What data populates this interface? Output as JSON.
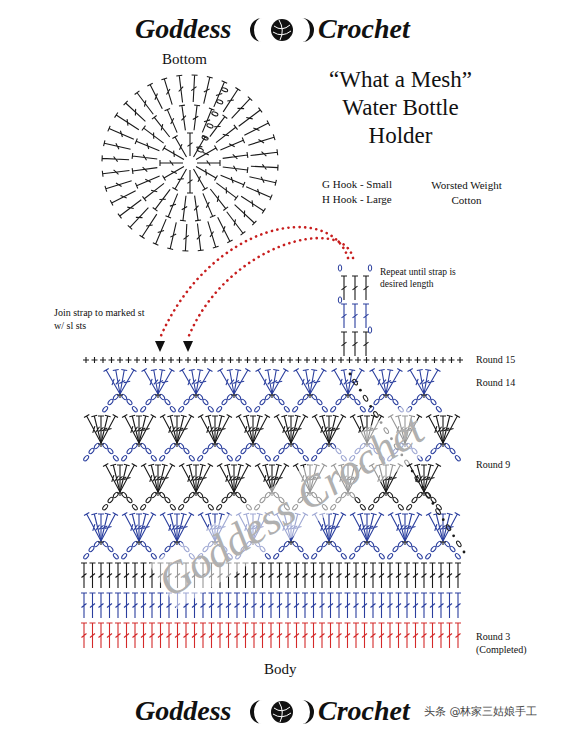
{
  "diagram": {
    "title": "“What a Mesh” Water Bottle Holder",
    "labels": [
      "Goddess",
      "Crochet",
      "Bottom",
      "G Hook - Small",
      "H Hook - Large",
      "Worsted Weight Cotton",
      "Repeat until strap is desired length",
      "Join strap to marked st w/ sl sts",
      "Round 15",
      "Round 14",
      "Round 9",
      "Round 3 (Completed)",
      "Body",
      "Goddess Crochet",
      "Goddess",
      "Crochet",
      "头条 @林家三姑娘手工"
    ]
  }
}
